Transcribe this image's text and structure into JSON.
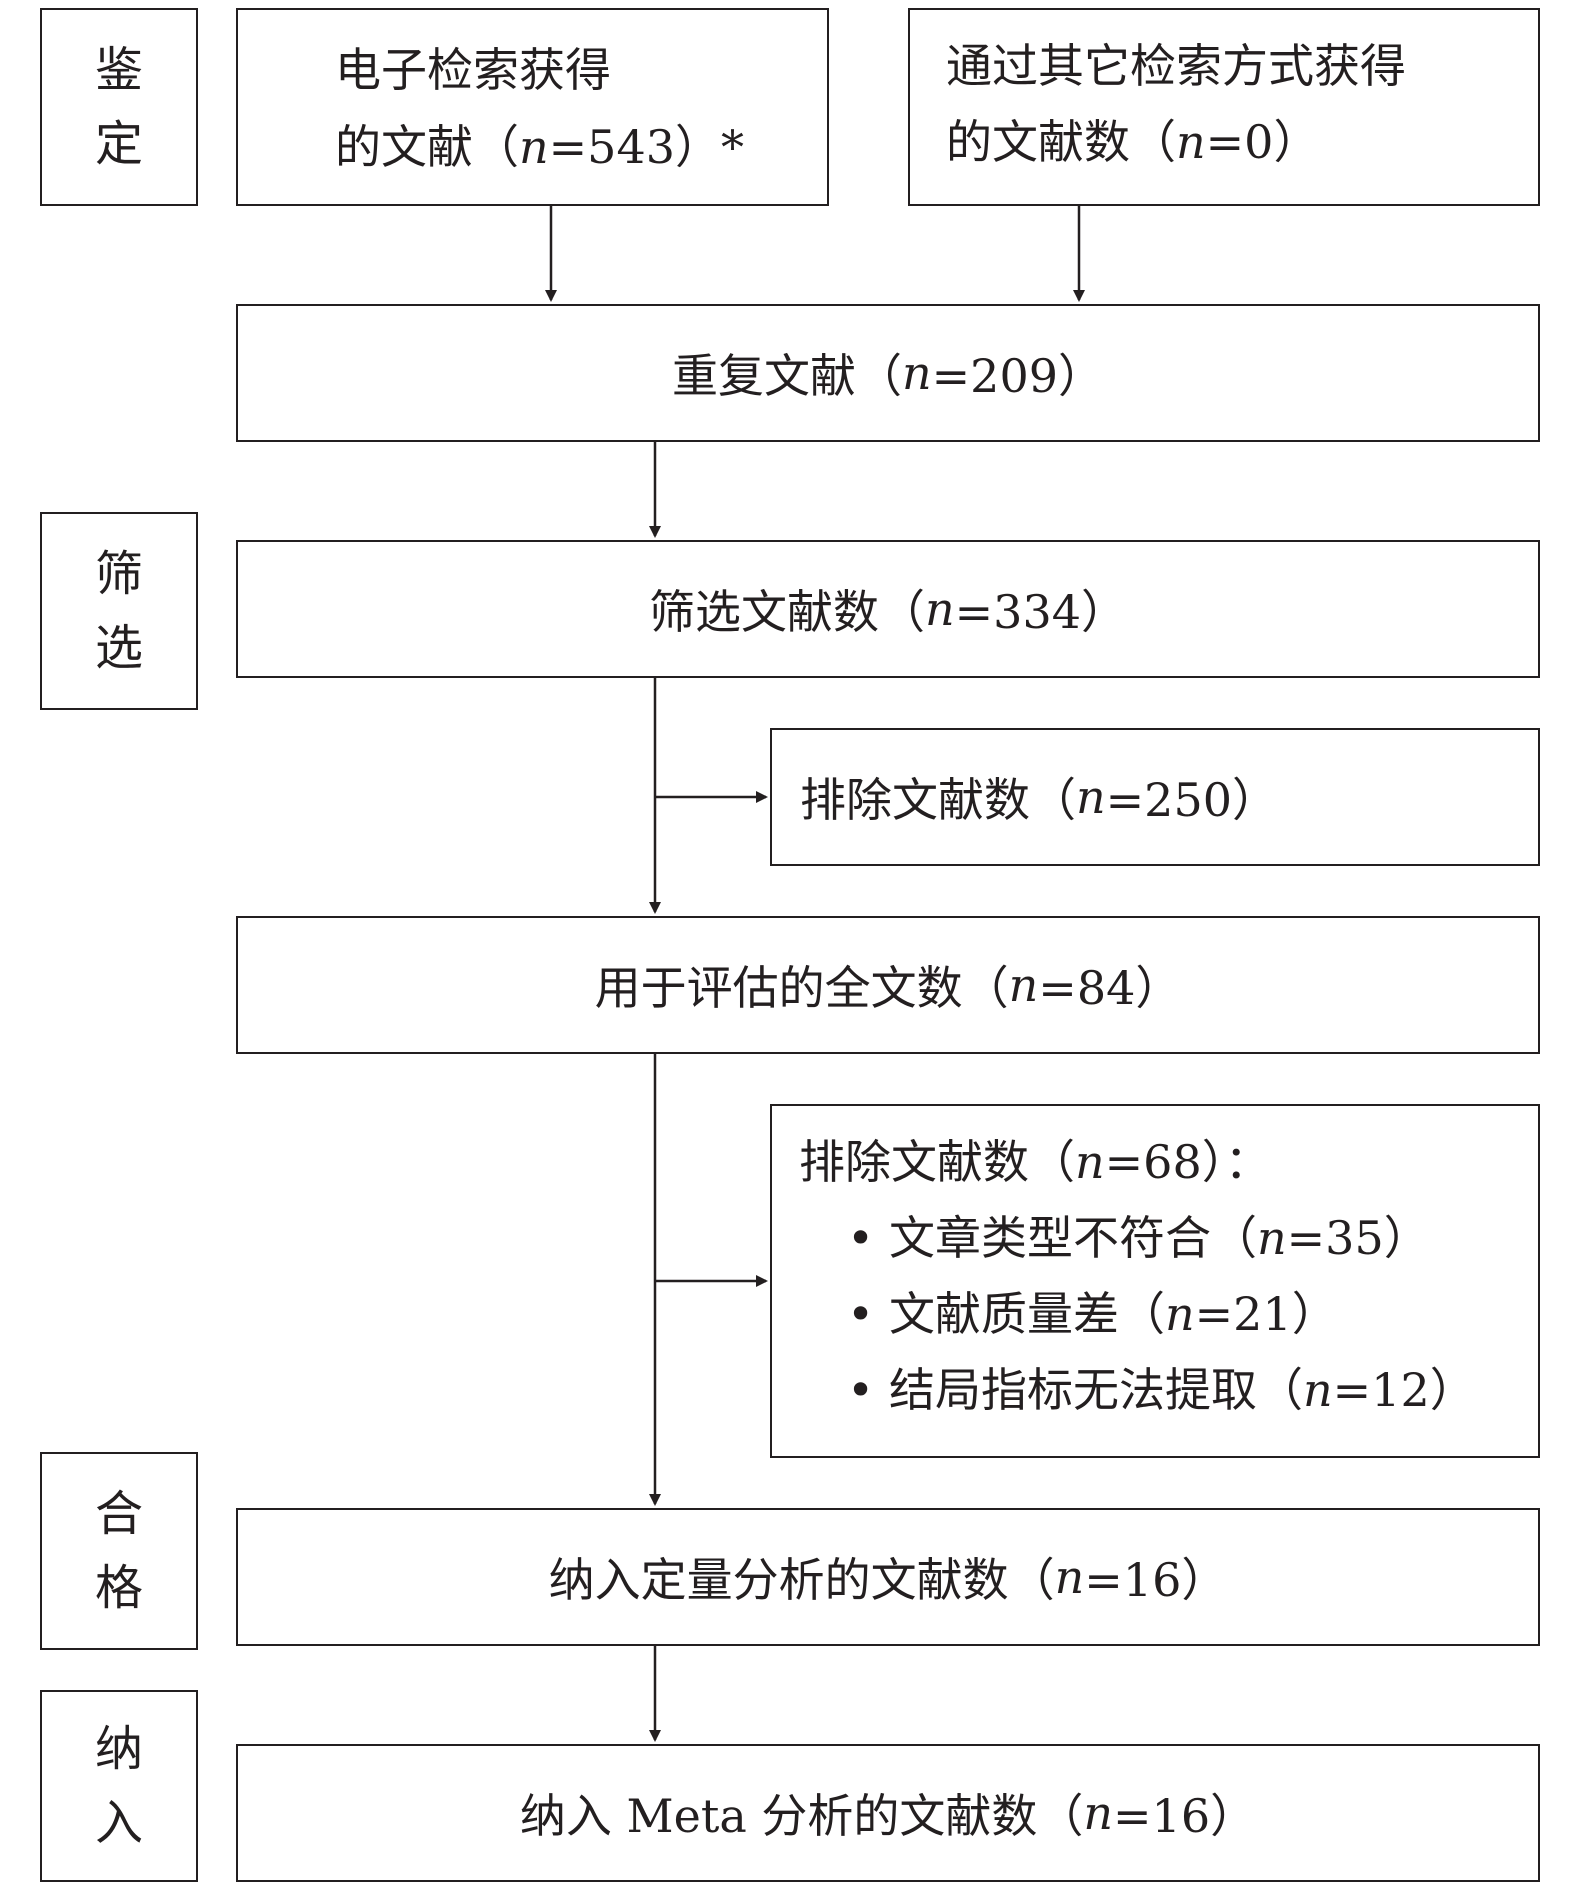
{
  "stages": [
    {
      "id": "identification",
      "chars": [
        "鉴",
        "定"
      ]
    },
    {
      "id": "screening",
      "chars": [
        "筛",
        "选"
      ]
    },
    {
      "id": "eligibility",
      "chars": [
        "合",
        "格"
      ]
    },
    {
      "id": "included",
      "chars": [
        "纳",
        "入"
      ]
    }
  ],
  "nodes": {
    "electronic": {
      "line1": "电子检索获得",
      "prefix": "的文献（",
      "n_var": "n",
      "eq": "=543）*"
    },
    "other": {
      "line1": "通过其它检索方式获得",
      "prefix": "的文献数（",
      "n_var": "n",
      "eq": "=0）"
    },
    "duplicate": {
      "prefix": "重复文献（",
      "n_var": "n",
      "eq": "=209）"
    },
    "screened": {
      "prefix": "筛选文献数（",
      "n_var": "n",
      "eq": "=334）"
    },
    "excluded1": {
      "prefix": "排除文献数（",
      "n_var": "n",
      "eq": "=250）"
    },
    "fulltext": {
      "prefix": "用于评估的全文数（",
      "n_var": "n",
      "eq": "=84）"
    },
    "excluded2": {
      "prefix": "排除文献数（",
      "n_var": "n",
      "eq": "=68）：",
      "bullet_symbol": "•",
      "reasons": [
        {
          "prefix": "文章类型不符合（",
          "n_var": "n",
          "eq": "=35）"
        },
        {
          "prefix": "文献质量差（",
          "n_var": "n",
          "eq": "=21）"
        },
        {
          "prefix": "结局指标无法提取（",
          "n_var": "n",
          "eq": "=12）"
        }
      ]
    },
    "quantitative": {
      "prefix": "纳入定量分析的文献数（",
      "n_var": "n",
      "eq": "=16）"
    },
    "meta": {
      "prefix": "纳入 Meta 分析的文献数（",
      "n_var": "n",
      "eq": "=16）"
    }
  },
  "colors": {
    "line": "#231f20",
    "background": "#ffffff"
  }
}
